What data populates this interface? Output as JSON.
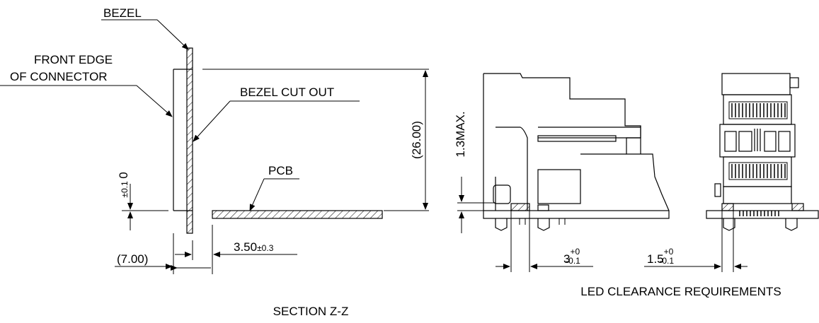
{
  "labels": {
    "bezel": "BEZEL",
    "front_edge_line1": "FRONT EDGE",
    "front_edge_line2": "OF CONNECTOR",
    "bezel_cut_out": "BEZEL CUT OUT",
    "pcb": "PCB",
    "dim_26": "(26.00)",
    "dim_0_main": "0",
    "dim_0_tol": "±0.1",
    "dim_7": "(7.00)",
    "dim_3_50_main": "3.50",
    "dim_3_50_tol": "±0.3",
    "dim_1_3max": "1.3MAX.",
    "dim_3_main": "3",
    "dim_3_upper": "+0",
    "dim_3_lower": "-0.1",
    "dim_1_5_main": "1.5",
    "dim_1_5_upper": "+0",
    "dim_1_5_lower": "-0.1",
    "led_clearance": "LED CLEARANCE REQUIREMENTS",
    "section": "SECTION Z-Z"
  }
}
